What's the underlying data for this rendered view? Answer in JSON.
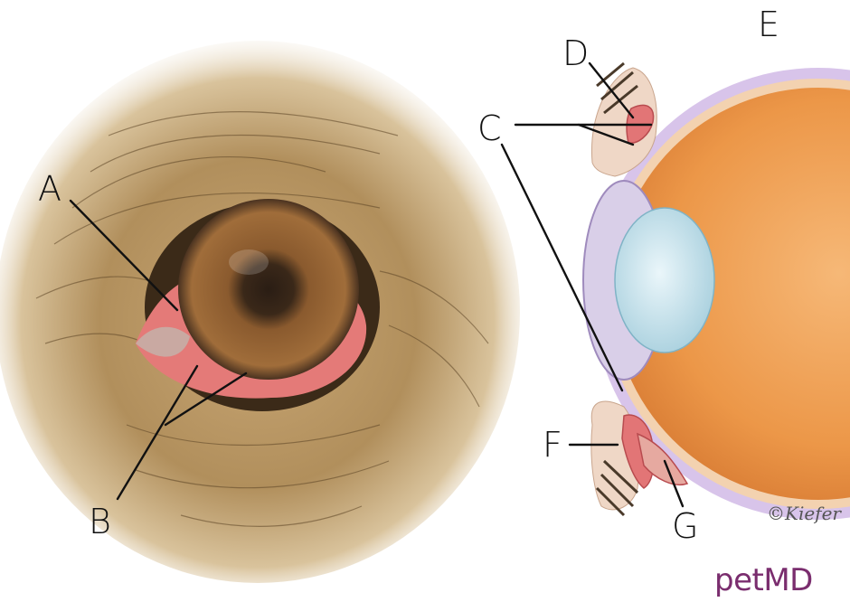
{
  "labels": {
    "a": "A",
    "b": "B",
    "c": "C",
    "d": "D",
    "e": "E",
    "f": "F",
    "g": "G"
  },
  "brand": "petMD",
  "signature": "©Kiefer",
  "colors": {
    "fur_light": "#e8d2a6",
    "fur_mid": "#b99a62",
    "fur_dark": "#5d4526",
    "conjunctiva": "#e47a78",
    "iris": "#8a5a2e",
    "pupil": "#2a1d14",
    "eyeball_orange": "#f0a055",
    "sclera_purple": "#cdb6e0",
    "lens_blue": "#cfe6ef",
    "brand_purple": "#7a2d6e"
  }
}
